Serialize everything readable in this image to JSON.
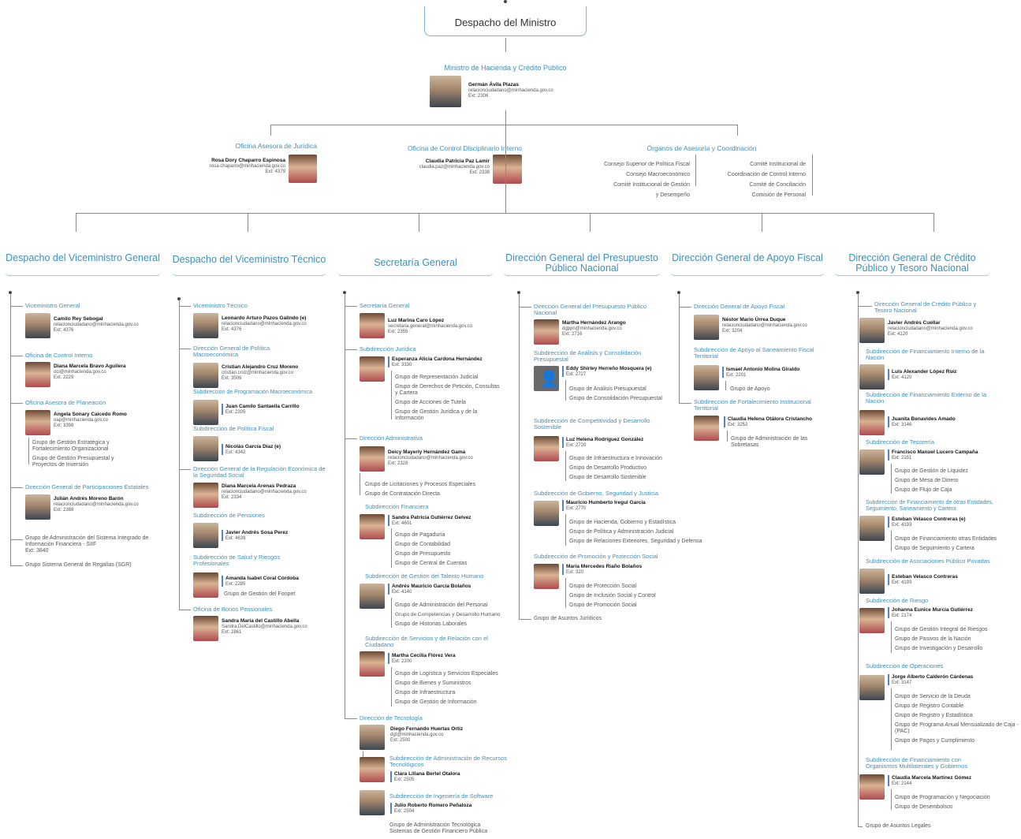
{
  "top": {
    "title": "Despacho del Ministro"
  },
  "minister": {
    "unit": "Ministro de Hacienda y Crédito Público",
    "name": "Germán Ávila Plazas",
    "email": "relacionciudadano@minhacienda.gov.co",
    "ext": "Ext: 2306"
  },
  "level2": {
    "juridica": {
      "unit": "Oficina Asesora de Jurídica",
      "name": "Rosa Dory Chaparro Espinosa",
      "email": "rosa.chaparro@minhacienda.gov.co",
      "ext": "Ext: 4379"
    },
    "disciplinario": {
      "unit": "Oficina de Control Disciplinario Interno",
      "name": "Claudia Patricia Paz Lamir",
      "email": "claudia.paz@minhacienda.gov.co",
      "ext": "Ext: 2338"
    },
    "organos": {
      "unit": "Órganos de Asesoría y Coordinación",
      "left": [
        "Consejo Superior de Política Fiscal",
        "Consejo Macroeconómico",
        "Comité Institucional de Gestión",
        "y Desempeño"
      ],
      "right": [
        "Comité Institucional de",
        "Coordinación de Control Interno",
        "Comité de Conciliación",
        "Comisión de Personal"
      ]
    }
  },
  "columns": [
    {
      "title": "Despacho del Viceministro General"
    },
    {
      "title": "Despacho del Viceministro Técnico"
    },
    {
      "title": "Secretaría General"
    },
    {
      "title": "Dirección General del Presupuesto Público Nacional"
    },
    {
      "title": "Dirección General de Apoyo Fiscal"
    },
    {
      "title": "Dirección General de Crédito Público y Tesoro Nacional"
    }
  ],
  "col1": {
    "vm": {
      "unit": "Viceministro General",
      "name": "Camilo Rey Sebogal",
      "email": "relacionciudadano@minhacienda.gov.co",
      "ext": "Ext: 4376"
    },
    "oci": {
      "unit": "Oficina de Control Interno",
      "name": "Diana Marcela Bravo Aguilera",
      "email": "oci@minhacienda.gov.co",
      "ext": "Ext: 2229"
    },
    "plan": {
      "unit": "Oficina Asesora de Planeación",
      "name": "Angela Sonary Caicedo Romo",
      "email": "oap@minhacienda.gov.co",
      "ext": "Ext: 3398",
      "groups": [
        "Grupo de Gestión Estratégica y Fortalecimiento Organizacional",
        "Grupo de Gestión Presupuestal y Proyectos de Inversión"
      ]
    },
    "dgpe": {
      "unit": "Dirección General de Participaciones Estatales",
      "name": "Julián Andrés Moreno Barón",
      "email": "relacionciudadano@minhacienda.gov.co",
      "ext": "Ext: 2388"
    },
    "siif": "Grupo de Administración del Sistema Integrado de Información Financiera - SIIF",
    "siif_ext": "Ext: 3840",
    "sgr": "Grupo Sistema General de Regalías (SGR)"
  },
  "col2": {
    "vt": {
      "unit": "Viceministro Técnico",
      "name": "Leonardo Arturo Pazos Galindo (e)",
      "email": "relacionciudadano@minhacienda.gov.co",
      "ext": "Ext: 4376"
    },
    "dgpm": {
      "unit": "Dirección General de Política Macroeconómica",
      "name": "Cristian Alejandro Cruz Moreno",
      "email": "cristian.cruz@minhacienda.gov.co",
      "ext": "Ext: 3509"
    },
    "prog": {
      "unit": "Subdirección de Programación Macroeconómica",
      "name": "Juan Camilo Santaella Carrillo",
      "ext": "Ext: 2305"
    },
    "fiscal": {
      "unit": "Subdirección de Política Fiscal",
      "name": "Nicolás García Díaz (e)",
      "ext": "Ext: 4342"
    },
    "reg": {
      "unit": "Dirección General de la Regulación Económica de la Seguridad Social",
      "name": "Diana Marcela Arenas Pedraza",
      "email": "relacionciudadano@minhacienda.gov.co",
      "ext": "Ext: 2334"
    },
    "pens": {
      "unit": "Subdirección de Pensiones",
      "name": "Javier Andrés Sosa Perez",
      "ext": "Ext: 4639"
    },
    "salud": {
      "unit": "Subdirección de Salud y Riesgos Profesionales",
      "name": "Amanda Isabel Coral Córdoba",
      "ext": "Ext: 2285",
      "groups": [
        "Grupo de Gestión del Fonpet"
      ]
    },
    "bonos": {
      "unit": "Oficina de Bonos Pensionales",
      "name": "Sandra María del Castillo Abella",
      "email": "Sandra.DelCastillo@minhacienda.gov.co",
      "ext": "Ext: 2861"
    }
  },
  "col3": {
    "sg": {
      "unit": "Secretaría General",
      "name": "Luz Marina Caro López",
      "email": "secretaria.general@minhacienda.gov.co",
      "ext": "Ext: 2355"
    },
    "jur": {
      "unit": "Subdirección Jurídica",
      "name": "Esperanza Alicia Cardona Hernández",
      "ext": "Ext: 3330",
      "groups": [
        "Grupo de Representación Judicial",
        "Grupo de Derechos de Petición, Consultas y Cartera",
        "Grupo de Acciones de Tutela",
        "Grupo de Gestión Jurídica y de la Información"
      ]
    },
    "adm": {
      "unit": "Dirección Administrativa",
      "name": "Deicy Mayerly Hernández Gama",
      "email": "relacionciudadano@minhacienda.gov.co",
      "ext": "Ext: 2328",
      "groups": [
        "Grupo de Licitaciones y Procesos Especiales",
        "Grupo de Contratación Directa"
      ]
    },
    "fin": {
      "unit": "Subdirección Financiera",
      "name": "Sandra Patricia Gutiérrez Gelvez",
      "ext": "Ext: 4601",
      "groups": [
        "Grupo de Pagaduría",
        "Grupo de Contabilidad",
        "Grupo de Presupuesto",
        "Grupo de Central de Cuentas"
      ]
    },
    "th": {
      "unit": "Subdirección de Gestión del Talento Humano",
      "name": "Andrés Mauricio García Bolaños",
      "ext": "Ext: 4140",
      "groups": [
        "Grupo de Administración del Personal",
        "Grupo de Competencias y Desarrollo Humano",
        "Grupo de Historias Laborales"
      ]
    },
    "serv": {
      "unit": "Subdirección de Servicios y de Relación con el Ciudadano",
      "name": "Martha Cecilia Flórez Vera",
      "ext": "Ext: 2200",
      "groups": [
        "Grupo de Logística y Servicios Especiales",
        "Grupo de Bienes y Suministros",
        "Grupo de Infraestructura",
        "Grupo de Gestión de Información"
      ]
    },
    "tec": {
      "unit": "Dirección de Tecnología",
      "name": "Diego Fernando Huertas Ortiz",
      "email": "dgt@minhacienda.gov.co",
      "ext": "Ext: 2500"
    },
    "rec": {
      "unit": "Subdirección de Administración de Recursos Tecnológicos",
      "name": "Clara Liliana Bertel Otalora",
      "ext": "Ext: 2505"
    },
    "soft": {
      "unit": "Subdirección de Ingeniería de Software",
      "name": "Julio Roberto Romero Peñaloza",
      "ext": "Ext: 2504",
      "groups": [
        "Grupo de Administración Tecnológica",
        "Sistemas de Gestión Financiero Pública"
      ]
    }
  },
  "col4": {
    "dgp": {
      "unit": "Dirección General del Presupuesto Público Nacional",
      "name": "Martha Hernández Arango",
      "email": "dgppn@minhacienda.gov.co",
      "ext": "Ext: 2716"
    },
    "anal": {
      "unit": "Subdirección de Análisis y Consolidación Presupuestal",
      "name": "Eddy Shirley Herreño Mosquera (e)",
      "ext": "Ext: 2727",
      "groups": [
        "Grupo de Análisis Presupuestal",
        "Grupo de Consolidación Presupuestal"
      ]
    },
    "comp": {
      "unit": "Subdirección de Competitividad y Desarrollo Sostenible",
      "name": "Luz Helena Rodríguez González",
      "ext": "Ext: 2720",
      "groups": [
        "Grupo de Infraestructura e Innovación",
        "Grupo de Desarrollo Productivo",
        "Grupo de Desarrollo Sostenible"
      ]
    },
    "gob": {
      "unit": "Subdirección de Gobierno, Seguridad y Justicia",
      "name": "Mauricio Humberto Iregui García",
      "ext": "Ext: 2770",
      "groups": [
        "Grupo de Hacienda, Gobierno y Estadística",
        "Grupo de Política y Administración Judicial",
        "Grupo de Relaciones Exteriores, Seguridad y Defensa"
      ]
    },
    "soc": {
      "unit": "Subdirección de Promoción y Protección Social",
      "name": "María Mercedes Riaño Bolaños",
      "ext": "Ext: 320",
      "groups": [
        "Grupo de Protección Social",
        "Grupo de Inclusión Social y Control",
        "Grupo de Promoción Social"
      ]
    },
    "asu": "Grupo de Asuntos Jurídicos"
  },
  "col5": {
    "daf": {
      "unit": "Dirección General de Apoyo Fiscal",
      "name": "Néstor Mario Úrrea Duque",
      "email": "relacionciudadano@minhacienda.gov.co",
      "ext": "Ext: 3204"
    },
    "san": {
      "unit": "Subdirección de Apoyo al Saneamiento Fiscal Territorial",
      "name": "Ismael Antonio Molina Giraldo",
      "ext": "Ext: 2201",
      "groups": [
        "Grupo de Apoyo"
      ]
    },
    "fort": {
      "unit": "Subdirección de Fortalecimiento Institucional Territorial",
      "name": "Claudia Helena Otálora Cristancho",
      "ext": "Ext: 3252",
      "groups": [
        "Grupo de Administración de las Sobretasas"
      ]
    }
  },
  "col6": {
    "dgcp": {
      "unit": "Dirección General de Crédito Público y Tesoro Nacional",
      "name": "Javier Andrés Cuellar",
      "email": "relacionciudadano@minhacienda.gov.co",
      "ext": "Ext: 4120"
    },
    "fint": {
      "unit": "Subdirección de Financiamiento Interno de la Nación",
      "name": "Luis Alexander López Ruiz",
      "ext": "Ext: 4120"
    },
    "fext": {
      "unit": "Subdirección de Financiamiento Externo de la Nación",
      "name": "Juanita Benavides Amado",
      "ext": "Ext: 3146"
    },
    "tes": {
      "unit": "Subdirección de Tesorería",
      "name": "Francisco Manuel Lucero Campaña",
      "ext": "Ext: 2151",
      "groups": [
        "Grupo de Gestión de Liquidez",
        "Grupo de Mesa de Dinero",
        "Grupo de Flujo de Caja"
      ]
    },
    "otras": {
      "unit": "Subdirección de Financiamiento de otras Entidades, Seguimiento, Saneamiento y Cartera",
      "name": "Esteban Velasco Contreras (e)",
      "ext": "Ext: 4193",
      "groups": [
        "Grupo de Financiamiento otras Entidades",
        "Grupo de Seguimiento y Cartera"
      ]
    },
    "app": {
      "unit": "Subdirección de Asociaciones Público Privadas",
      "name": "Esteban Velasco Contreras",
      "ext": "Ext: 4193"
    },
    "ries": {
      "unit": "Subdirección de Riesgo",
      "name": "Johanna Eunice Murcia Gutiérrez",
      "ext": "Ext: 2174",
      "groups": [
        "Grupo de Gestión Integral de Riesgos",
        "Grupo de Pasivos de la Nación",
        "Grupo de Investigación y Desarrollo"
      ]
    },
    "oper": {
      "unit": "Subdirección de Operaciones",
      "name": "Jorge Alberto Calderón Cárdenas",
      "ext": "Ext: 3147",
      "groups": [
        "Grupo de Servicio de la Deuda",
        "Grupo de Registro Contable",
        "Grupo de Registro y Estadística",
        "Grupo de Programa Anual Mensualizado de Caja - (PAC)",
        "Grupo de Pagos y Cumplimiento"
      ]
    },
    "mult": {
      "unit": "Subdirección de Financiamiento con Organismos Multilaterales y Gobiernos",
      "name": "Claudia Marcela Martínez Gómez",
      "ext": "Ext: 2144",
      "groups": [
        "Grupo de Programación y Negociación",
        "Grupo de Desembolsos"
      ]
    },
    "legal": "Grupo de Asuntos Legales"
  }
}
